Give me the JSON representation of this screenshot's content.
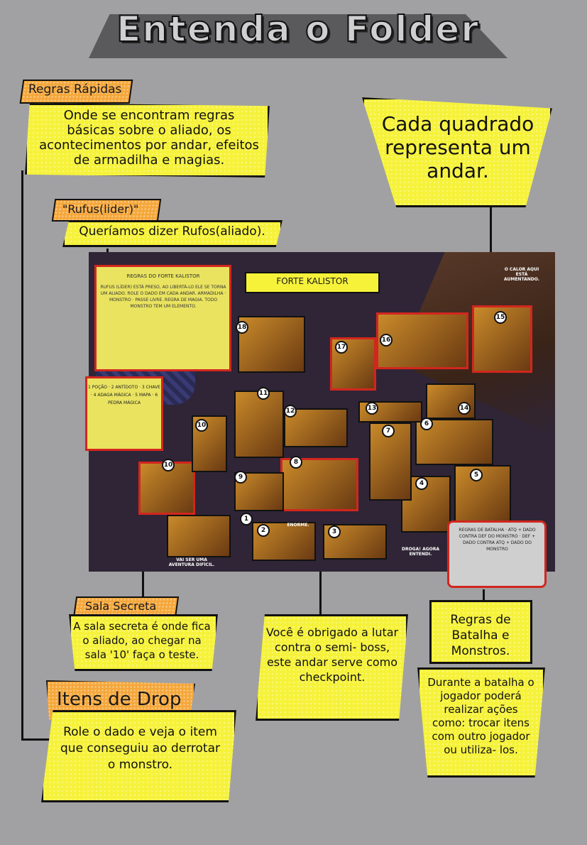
{
  "title": "Entenda o Folder",
  "regras_rapidas": {
    "tag": "Regras Rápidas",
    "text": "Onde se encontram regras básicas sobre o aliado, os acontecimentos por andar, efeitos de armadilha e magias."
  },
  "rufus": {
    "tag": "\"Rufus(lider)\"",
    "text": "Queríamos dizer Rufos(aliado)."
  },
  "cada_quadrado": {
    "text": "Cada quadrado representa um andar."
  },
  "map": {
    "label": "FORTE KALISTOR",
    "rules_title": "REGRAS DO FORTE KALISTOR",
    "rules_body": "RUFUS (LÍDER) ESTÁ PRESO, AO LIBERTÁ-LO ELE SE TORNA UM ALIADO. ROLE O DADO EM CADA ANDAR. ARMADILHA · MONSTRO · PASSE LIVRE. REGRA DE MAGIA. TODO MONSTRO TEM UM ELEMENTO.",
    "items_body": "1 POÇÃO · 2 ANTÍDOTO · 3 CHAVE · 4 ADAGA MÁGICA · 5 MAPA · 6 PEDRA MÁGICA",
    "battle_body": "REGRAS DE BATALHA · ATQ + DADO CONTRA DEF DO MONSTRO · DEF + DADO CONTRA ATQ + DADO DO MONSTRO",
    "rooms": [
      "1",
      "2",
      "3",
      "4",
      "5",
      "6",
      "7",
      "8",
      "9",
      "10",
      "11",
      "12",
      "13",
      "14",
      "15",
      "16",
      "17",
      "18"
    ],
    "notes": {
      "dificil": "VAI SER UMA AVENTURA DIFÍCIL.",
      "enorme": "ENORME.",
      "droga": "DROGA! AGORA ENTENDI.",
      "calor": "O CALOR AQUI ESTÁ AUMENTANDO."
    }
  },
  "sala_secreta": {
    "tag": "Sala Secreta",
    "text": "A sala secreta é onde fica o aliado, ao chegar na sala '10' faça o teste."
  },
  "semi_boss": {
    "text": "Você é obrigado a lutar contra o semi- boss, este andar serve como checkpoint."
  },
  "batalha": {
    "title": "Regras de Batalha e Monstros.",
    "text": "Durante a batalha o jogador poderá realizar ações como: trocar itens com outro jogador ou utiliza- los."
  },
  "itens_drop": {
    "tag": "Itens de Drop",
    "text": "Role o dado e veja o item que conseguiu ao derrotar o monstro."
  },
  "colors": {
    "background": "#a1a1a3",
    "yellow": "#f6f23a",
    "orange": "#f5a73a",
    "red": "#d2261e",
    "map": "#2f2536"
  }
}
